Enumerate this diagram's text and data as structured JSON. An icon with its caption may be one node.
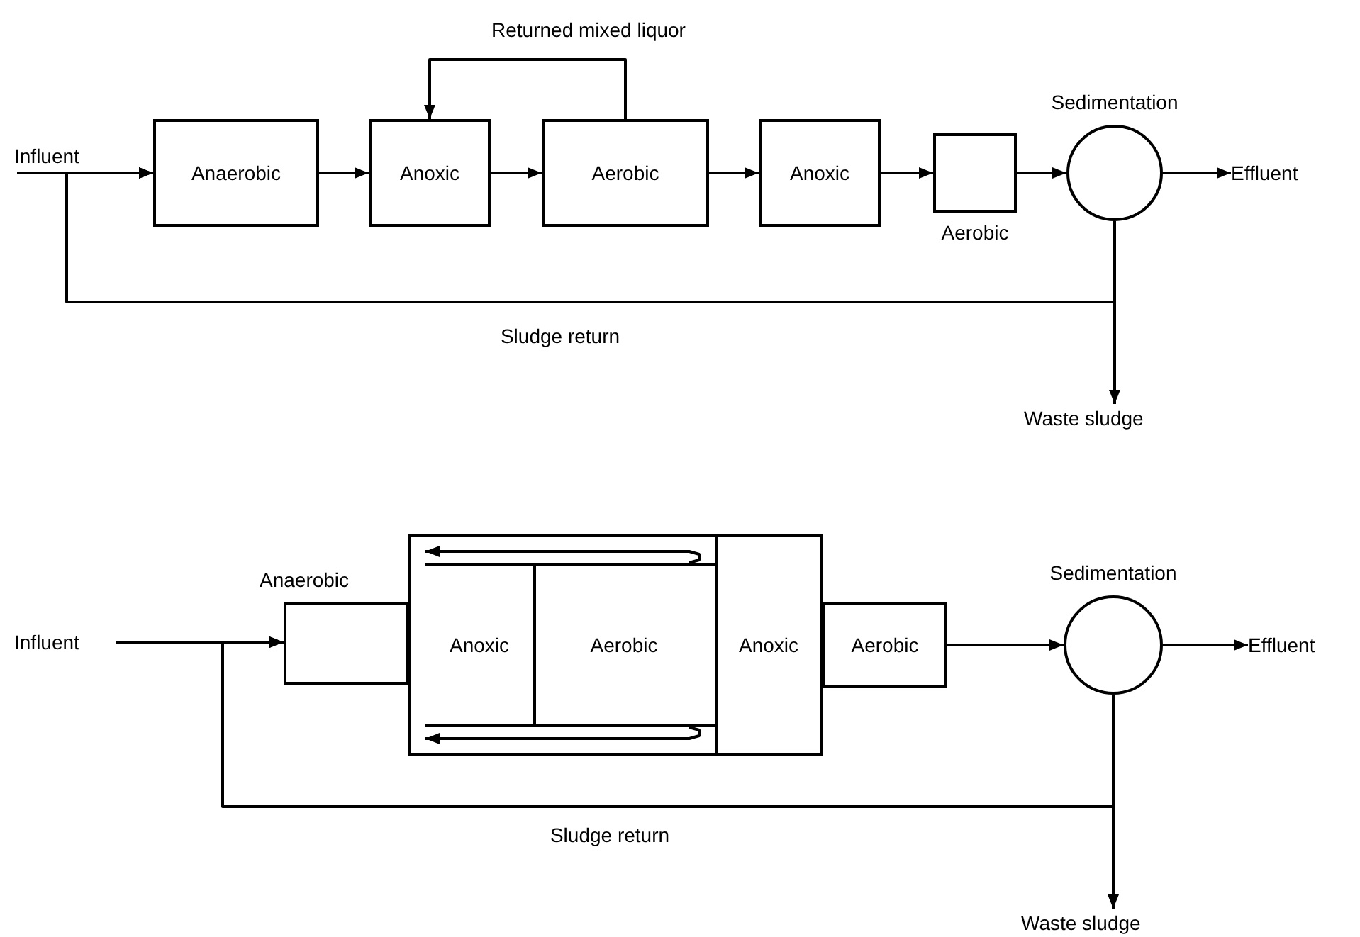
{
  "diagram": {
    "nodes": [
      {
        "text": [
          "Influent"
        ]
      },
      {
        "text": [
          "Anaerobic"
        ]
      },
      {
        "text": [
          "Anoxic"
        ]
      },
      {
        "text": [
          "Aerobic"
        ]
      },
      {
        "text": [
          "Anoxic"
        ]
      },
      {
        "text": [
          "Aerobic"
        ]
      },
      {
        "text": [
          "Sedimentation"
        ]
      },
      {
        "text": [
          "Effluent"
        ]
      },
      {
        "text": [
          "Waste sludge"
        ]
      },
      {
        "text": [
          "Influent"
        ]
      },
      {
        "text": [
          "Anaerobic"
        ]
      },
      {
        "text": [],
        "shape": "box"
      },
      {
        "text": [
          "Anoxic"
        ],
        "in": 11
      },
      {
        "text": [
          "Aerobic"
        ],
        "in": 11
      },
      {
        "text": [
          "Anoxic"
        ],
        "in": 11
      },
      {
        "text": [
          "Aerobic"
        ]
      },
      {
        "text": [
          "Sedimentation"
        ]
      },
      {
        "text": [
          "Effluent"
        ]
      },
      {
        "text": [
          "Waste sludge"
        ]
      }
    ],
    "edges": [
      {
        "from": 0,
        "to": 1,
        "arrow": "to"
      },
      {
        "from": 1,
        "to": 2,
        "arrow": "to"
      },
      {
        "from": 2,
        "to": 3,
        "arrow": "to"
      },
      {
        "from": 3,
        "to": 2,
        "arrow": "to",
        "label": "Returned mixed liquor"
      },
      {
        "from": 3,
        "to": 4,
        "arrow": "to"
      },
      {
        "from": 4,
        "to": 5,
        "arrow": "to"
      },
      {
        "from": 5,
        "to": 6,
        "arrow": "to"
      },
      {
        "from": 6,
        "to": 7,
        "arrow": "to"
      },
      {
        "from": 6,
        "to": 8,
        "arrow": "to"
      },
      {
        "from": 6,
        "to": 1,
        "arrow": "to",
        "label": "Sludge return"
      },
      {
        "from": 9,
        "to": 10,
        "arrow": "to"
      },
      {
        "from": 15,
        "to": 16,
        "arrow": "to"
      },
      {
        "from": 16,
        "to": 17,
        "arrow": "to"
      },
      {
        "from": 16,
        "to": 18,
        "arrow": "to"
      },
      {
        "from": 16,
        "to": 10,
        "arrow": "to",
        "label": "Sludge return"
      },
      {
        "from": 13,
        "to": 12,
        "arrow": "to"
      },
      {
        "from": 13,
        "to": 12,
        "arrow": "to"
      }
    ]
  }
}
